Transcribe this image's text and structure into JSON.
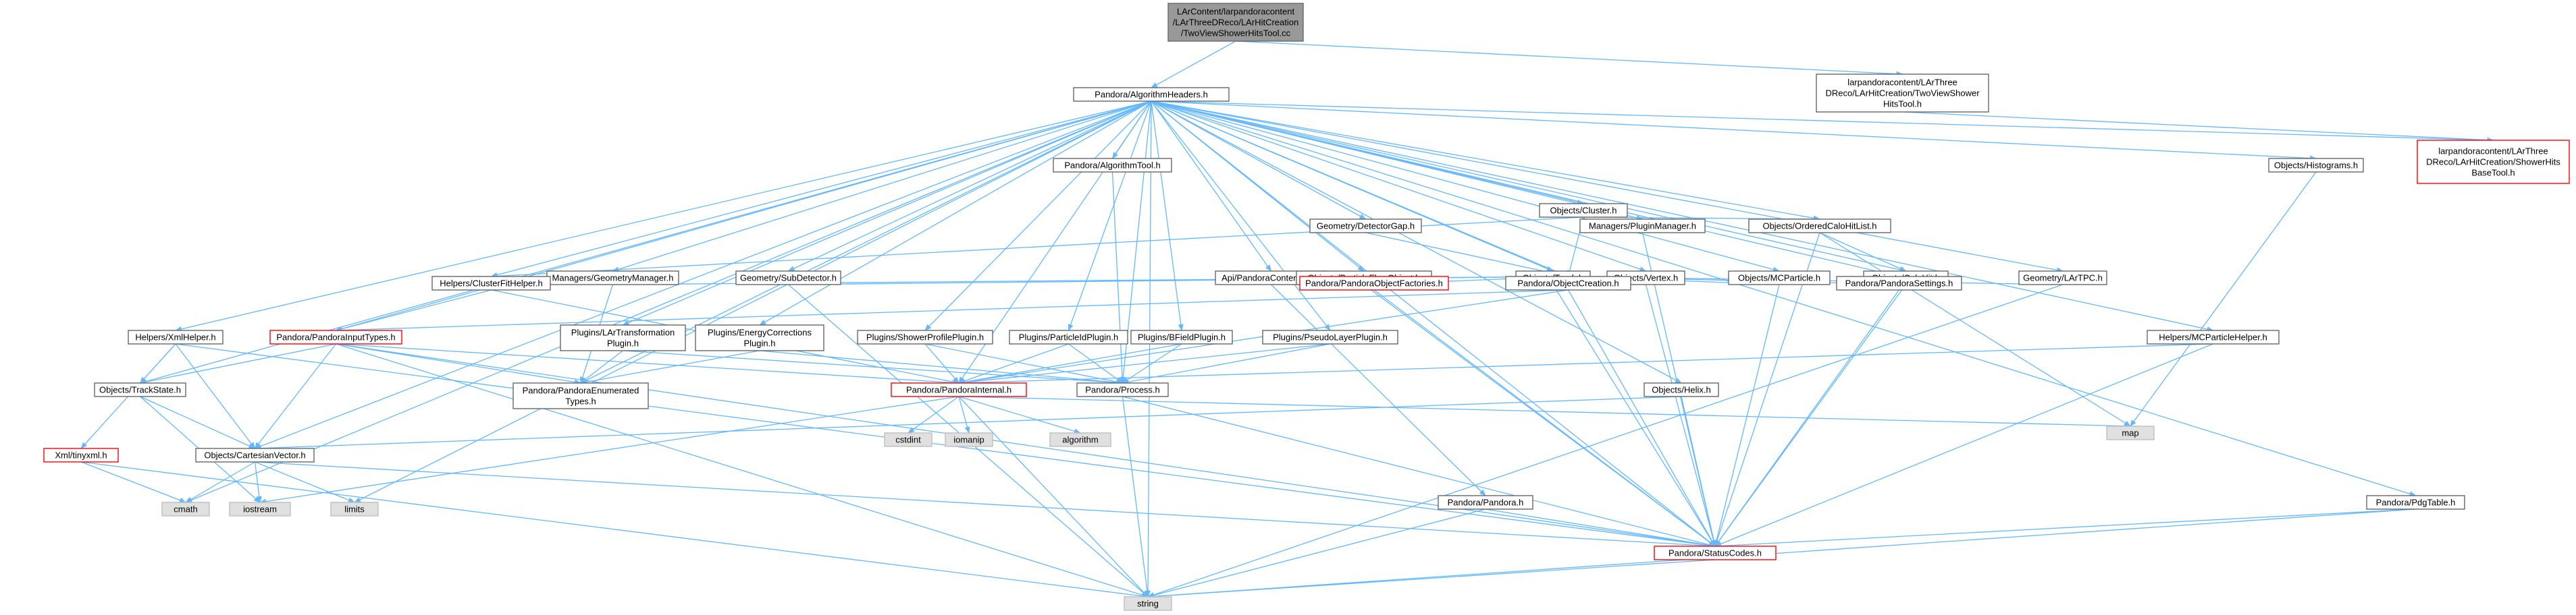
{
  "colors": {
    "edge": "#63b8ff",
    "node_border": "#666666",
    "node_fill": "#ffffff",
    "root_fill": "#999999",
    "root_border": "#666666",
    "missing_fill": "#e0e0e0",
    "missing_border": "#bfbfbf",
    "red_border": "#ff0000",
    "red_fill": "#fff0f0"
  },
  "nodes": [
    {
      "id": "root",
      "kind": "root",
      "lines": [
        "LArContent/larpandoracontent",
        "/LArThreeDReco/LArHitCreation",
        "/TwoViewShowerHitsTool.cc"
      ]
    },
    {
      "id": "algheaders",
      "kind": "normal",
      "lines": [
        "Pandora/AlgorithmHeaders.h"
      ]
    },
    {
      "id": "twoviewtool_h",
      "kind": "normal",
      "lines": [
        "larpandoracontent/LArThree",
        "DReco/LArHitCreation/TwoViewShower",
        "HitsTool.h"
      ]
    },
    {
      "id": "showerhitsbase",
      "kind": "red",
      "lines": [
        "larpandoracontent/LArThree",
        "DReco/LArHitCreation/ShowerHits",
        "BaseTool.h"
      ]
    },
    {
      "id": "algtool",
      "kind": "normal",
      "lines": [
        "Pandora/AlgorithmTool.h"
      ]
    },
    {
      "id": "cluster",
      "kind": "normal",
      "lines": [
        "Objects/Cluster.h"
      ]
    },
    {
      "id": "histograms",
      "kind": "normal",
      "lines": [
        "Objects/Histograms.h"
      ]
    },
    {
      "id": "orderedcalohitlist",
      "kind": "normal",
      "lines": [
        "Objects/OrderedCaloHitList.h"
      ]
    },
    {
      "id": "pluginmanager",
      "kind": "normal",
      "lines": [
        "Managers/PluginManager.h"
      ]
    },
    {
      "id": "detectorgap",
      "kind": "normal",
      "lines": [
        "Geometry/DetectorGap.h"
      ]
    },
    {
      "id": "geometrymanager",
      "kind": "normal",
      "lines": [
        "Managers/GeometryManager.h"
      ]
    },
    {
      "id": "subdetector",
      "kind": "normal",
      "lines": [
        "Geometry/SubDetector.h"
      ]
    },
    {
      "id": "contentapi",
      "kind": "normal",
      "lines": [
        "Api/PandoraContentApi.h"
      ]
    },
    {
      "id": "pfo",
      "kind": "normal",
      "lines": [
        "Objects/ParticleFlowObject.h"
      ]
    },
    {
      "id": "track",
      "kind": "normal",
      "lines": [
        "Objects/Track.h"
      ]
    },
    {
      "id": "vertex",
      "kind": "normal",
      "lines": [
        "Objects/Vertex.h"
      ]
    },
    {
      "id": "mcparticle",
      "kind": "normal",
      "lines": [
        "Objects/MCParticle.h"
      ]
    },
    {
      "id": "calohit",
      "kind": "normal",
      "lines": [
        "Objects/CaloHit.h"
      ]
    },
    {
      "id": "lartpc",
      "kind": "normal",
      "lines": [
        "Geometry/LArTPC.h"
      ]
    },
    {
      "id": "clusterfithelper",
      "kind": "normal",
      "lines": [
        "Helpers/ClusterFitHelper.h"
      ]
    },
    {
      "id": "objectfactories",
      "kind": "red",
      "lines": [
        "Pandora/PandoraObjectFactories.h"
      ]
    },
    {
      "id": "objectcreation",
      "kind": "normal",
      "lines": [
        "Pandora/ObjectCreation.h"
      ]
    },
    {
      "id": "pandorasettings",
      "kind": "normal",
      "lines": [
        "Pandora/PandoraSettings.h"
      ]
    },
    {
      "id": "xmlhelper",
      "kind": "normal",
      "lines": [
        "Helpers/XmlHelper.h"
      ]
    },
    {
      "id": "inputtypes",
      "kind": "red",
      "lines": [
        "Pandora/PandoraInputTypes.h"
      ]
    },
    {
      "id": "lartransformation",
      "kind": "normal",
      "lines": [
        "Plugins/LArTransformation",
        "Plugin.h"
      ]
    },
    {
      "id": "energycorrections",
      "kind": "normal",
      "lines": [
        "Plugins/EnergyCorrections",
        "Plugin.h"
      ]
    },
    {
      "id": "showerprofile",
      "kind": "normal",
      "lines": [
        "Plugins/ShowerProfilePlugin.h"
      ]
    },
    {
      "id": "particleid",
      "kind": "normal",
      "lines": [
        "Plugins/ParticleIdPlugin.h"
      ]
    },
    {
      "id": "bfield",
      "kind": "normal",
      "lines": [
        "Plugins/BFieldPlugin.h"
      ]
    },
    {
      "id": "pseudolayer",
      "kind": "normal",
      "lines": [
        "Plugins/PseudoLayerPlugin.h"
      ]
    },
    {
      "id": "mcparticlehelper",
      "kind": "normal",
      "lines": [
        "Helpers/MCParticleHelper.h"
      ]
    },
    {
      "id": "trackstate",
      "kind": "normal",
      "lines": [
        "Objects/TrackState.h"
      ]
    },
    {
      "id": "enumeratedtypes",
      "kind": "normal",
      "lines": [
        "Pandora/PandoraEnumerated",
        "Types.h"
      ]
    },
    {
      "id": "pandorainternal",
      "kind": "red",
      "lines": [
        "Pandora/PandoraInternal.h"
      ]
    },
    {
      "id": "process",
      "kind": "normal",
      "lines": [
        "Pandora/Process.h"
      ]
    },
    {
      "id": "helix",
      "kind": "normal",
      "lines": [
        "Objects/Helix.h"
      ]
    },
    {
      "id": "tinyxml",
      "kind": "red",
      "lines": [
        "Xml/tinyxml.h"
      ]
    },
    {
      "id": "cartesianvector",
      "kind": "normal",
      "lines": [
        "Objects/CartesianVector.h"
      ]
    },
    {
      "id": "cstdint",
      "kind": "missing",
      "lines": [
        "cstdint"
      ]
    },
    {
      "id": "iomanip",
      "kind": "missing",
      "lines": [
        "iomanip"
      ]
    },
    {
      "id": "algorithm",
      "kind": "missing",
      "lines": [
        "algorithm"
      ]
    },
    {
      "id": "map",
      "kind": "missing",
      "lines": [
        "map"
      ]
    },
    {
      "id": "pandora",
      "kind": "normal",
      "lines": [
        "Pandora/Pandora.h"
      ]
    },
    {
      "id": "pdgtable",
      "kind": "normal",
      "lines": [
        "Pandora/PdgTable.h"
      ]
    },
    {
      "id": "cmath",
      "kind": "missing",
      "lines": [
        "cmath"
      ]
    },
    {
      "id": "iostream",
      "kind": "missing",
      "lines": [
        "iostream"
      ]
    },
    {
      "id": "limits",
      "kind": "missing",
      "lines": [
        "limits"
      ]
    },
    {
      "id": "statuscodes",
      "kind": "red",
      "lines": [
        "Pandora/StatusCodes.h"
      ]
    },
    {
      "id": "string",
      "kind": "missing",
      "lines": [
        "string"
      ]
    }
  ],
  "edges": [
    [
      "root",
      "algheaders"
    ],
    [
      "root",
      "twoviewtool_h"
    ],
    [
      "twoviewtool_h",
      "showerhitsbase"
    ],
    [
      "algheaders",
      "algtool"
    ],
    [
      "algheaders",
      "cluster"
    ],
    [
      "algheaders",
      "histograms"
    ],
    [
      "algheaders",
      "orderedcalohitlist"
    ],
    [
      "algheaders",
      "pluginmanager"
    ],
    [
      "algheaders",
      "detectorgap"
    ],
    [
      "algheaders",
      "geometrymanager"
    ],
    [
      "algheaders",
      "subdetector"
    ],
    [
      "algheaders",
      "contentapi"
    ],
    [
      "algheaders",
      "pfo"
    ],
    [
      "algheaders",
      "track"
    ],
    [
      "algheaders",
      "vertex"
    ],
    [
      "algheaders",
      "mcparticle"
    ],
    [
      "algheaders",
      "calohit"
    ],
    [
      "algheaders",
      "lartpc"
    ],
    [
      "algheaders",
      "clusterfithelper"
    ],
    [
      "algheaders",
      "pandorasettings"
    ],
    [
      "algheaders",
      "xmlhelper"
    ],
    [
      "algheaders",
      "inputtypes"
    ],
    [
      "algheaders",
      "lartransformation"
    ],
    [
      "algheaders",
      "energycorrections"
    ],
    [
      "algheaders",
      "showerprofile"
    ],
    [
      "algheaders",
      "particleid"
    ],
    [
      "algheaders",
      "bfield"
    ],
    [
      "algheaders",
      "pseudolayer"
    ],
    [
      "algheaders",
      "mcparticlehelper"
    ],
    [
      "algheaders",
      "trackstate"
    ],
    [
      "algheaders",
      "enumeratedtypes"
    ],
    [
      "algheaders",
      "pandorainternal"
    ],
    [
      "algheaders",
      "process"
    ],
    [
      "algheaders",
      "helix"
    ],
    [
      "algheaders",
      "cartesianvector"
    ],
    [
      "algheaders",
      "pdgtable"
    ],
    [
      "algheaders",
      "cmath"
    ],
    [
      "algheaders",
      "limits"
    ],
    [
      "algheaders",
      "string"
    ],
    [
      "algheaders",
      "objectcreation"
    ],
    [
      "algheaders",
      "statuscodes"
    ],
    [
      "algheaders",
      "showerhitsbase"
    ],
    [
      "algtool",
      "process"
    ],
    [
      "cluster",
      "objectcreation"
    ],
    [
      "cluster",
      "orderedcalohitlist"
    ],
    [
      "cluster",
      "clusterfithelper"
    ],
    [
      "histograms",
      "map"
    ],
    [
      "orderedcalohitlist",
      "calohit"
    ],
    [
      "orderedcalohitlist",
      "map"
    ],
    [
      "orderedcalohitlist",
      "statuscodes"
    ],
    [
      "pluginmanager",
      "statuscodes"
    ],
    [
      "detectorgap",
      "objectcreation"
    ],
    [
      "geometrymanager",
      "objectcreation"
    ],
    [
      "geometrymanager",
      "enumeratedtypes"
    ],
    [
      "subdetector",
      "objectcreation"
    ],
    [
      "subdetector",
      "string"
    ],
    [
      "contentapi",
      "objectfactories"
    ],
    [
      "contentapi",
      "pandora"
    ],
    [
      "pfo",
      "objectcreation"
    ],
    [
      "pfo",
      "statuscodes"
    ],
    [
      "track",
      "objectcreation"
    ],
    [
      "track",
      "statuscodes"
    ],
    [
      "vertex",
      "objectcreation"
    ],
    [
      "vertex",
      "statuscodes"
    ],
    [
      "mcparticle",
      "objectcreation"
    ],
    [
      "mcparticle",
      "statuscodes"
    ],
    [
      "calohit",
      "objectcreation"
    ],
    [
      "calohit",
      "statuscodes"
    ],
    [
      "lartpc",
      "objectcreation"
    ],
    [
      "lartpc",
      "string"
    ],
    [
      "clusterfithelper",
      "inputtypes"
    ],
    [
      "clusterfithelper",
      "pandorainternal"
    ],
    [
      "objectfactories",
      "statuscodes"
    ],
    [
      "objectcreation",
      "inputtypes"
    ],
    [
      "objectcreation",
      "pandorainternal"
    ],
    [
      "objectcreation",
      "statuscodes"
    ],
    [
      "pandorasettings",
      "statuscodes"
    ],
    [
      "xmlhelper",
      "trackstate"
    ],
    [
      "xmlhelper",
      "cartesianvector"
    ],
    [
      "xmlhelper",
      "tinyxml"
    ],
    [
      "xmlhelper",
      "statuscodes"
    ],
    [
      "inputtypes",
      "trackstate"
    ],
    [
      "inputtypes",
      "enumeratedtypes"
    ],
    [
      "inputtypes",
      "pandorainternal"
    ],
    [
      "inputtypes",
      "cartesianvector"
    ],
    [
      "inputtypes",
      "statuscodes"
    ],
    [
      "inputtypes",
      "string"
    ],
    [
      "lartransformation",
      "enumeratedtypes"
    ],
    [
      "lartransformation",
      "process"
    ],
    [
      "energycorrections",
      "enumeratedtypes"
    ],
    [
      "energycorrections",
      "process"
    ],
    [
      "showerprofile",
      "pandorainternal"
    ],
    [
      "showerprofile",
      "process"
    ],
    [
      "particleid",
      "pandorainternal"
    ],
    [
      "particleid",
      "process"
    ],
    [
      "bfield",
      "pandorainternal"
    ],
    [
      "bfield",
      "process"
    ],
    [
      "pseudolayer",
      "pandorainternal"
    ],
    [
      "pseudolayer",
      "process"
    ],
    [
      "mcparticlehelper",
      "pandorainternal"
    ],
    [
      "mcparticlehelper",
      "statuscodes"
    ],
    [
      "trackstate",
      "cartesianvector"
    ],
    [
      "trackstate",
      "iostream"
    ],
    [
      "pandorainternal",
      "cstdint"
    ],
    [
      "pandorainternal",
      "iomanip"
    ],
    [
      "pandorainternal",
      "algorithm"
    ],
    [
      "pandorainternal",
      "map"
    ],
    [
      "pandorainternal",
      "iostream"
    ],
    [
      "pandorainternal",
      "string"
    ],
    [
      "process",
      "statuscodes"
    ],
    [
      "process",
      "string"
    ],
    [
      "helix",
      "cartesianvector"
    ],
    [
      "helix",
      "statuscodes"
    ],
    [
      "tinyxml",
      "cmath"
    ],
    [
      "tinyxml",
      "string"
    ],
    [
      "cartesianvector",
      "cmath"
    ],
    [
      "cartesianvector",
      "iostream"
    ],
    [
      "cartesianvector",
      "limits"
    ],
    [
      "cartesianvector",
      "statuscodes"
    ],
    [
      "pandora",
      "statuscodes"
    ],
    [
      "pandora",
      "string"
    ],
    [
      "pdgtable",
      "statuscodes"
    ],
    [
      "pdgtable",
      "string"
    ],
    [
      "statuscodes",
      "string"
    ]
  ]
}
